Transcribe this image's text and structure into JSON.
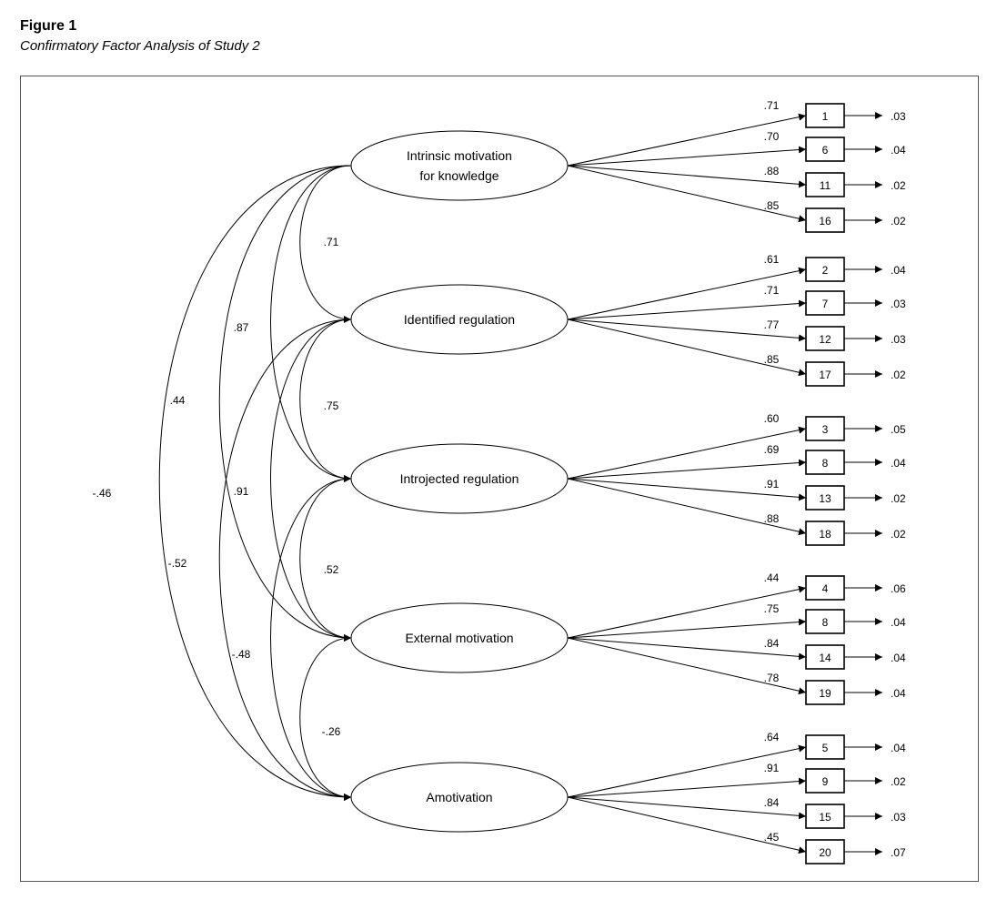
{
  "figure": {
    "title": "Figure 1",
    "subtitle": "Confirmatory Factor Analysis of Study 2"
  },
  "factors": [
    {
      "id": "imk",
      "lines": [
        "Intrinsic motivation",
        "for knowledge"
      ],
      "items": [
        {
          "indicator": "1",
          "loading": ".71",
          "error": ".03"
        },
        {
          "indicator": "6",
          "loading": ".70",
          "error": ".04"
        },
        {
          "indicator": "11",
          "loading": ".88",
          "error": ".02"
        },
        {
          "indicator": "16",
          "loading": ".85",
          "error": ".02"
        }
      ]
    },
    {
      "id": "idr",
      "lines": [
        "Identified regulation"
      ],
      "items": [
        {
          "indicator": "2",
          "loading": ".61",
          "error": ".04"
        },
        {
          "indicator": "7",
          "loading": ".71",
          "error": ".03"
        },
        {
          "indicator": "12",
          "loading": ".77",
          "error": ".03"
        },
        {
          "indicator": "17",
          "loading": ".85",
          "error": ".02"
        }
      ]
    },
    {
      "id": "inr",
      "lines": [
        "Introjected regulation"
      ],
      "items": [
        {
          "indicator": "3",
          "loading": ".60",
          "error": ".05"
        },
        {
          "indicator": "8",
          "loading": ".69",
          "error": ".04"
        },
        {
          "indicator": "13",
          "loading": ".91",
          "error": ".02"
        },
        {
          "indicator": "18",
          "loading": ".88",
          "error": ".02"
        }
      ]
    },
    {
      "id": "ext",
      "lines": [
        "External motivation"
      ],
      "items": [
        {
          "indicator": "4",
          "loading": ".44",
          "error": ".06"
        },
        {
          "indicator": "8",
          "loading": ".75",
          "error": ".04"
        },
        {
          "indicator": "14",
          "loading": ".84",
          "error": ".04"
        },
        {
          "indicator": "19",
          "loading": ".78",
          "error": ".04"
        }
      ]
    },
    {
      "id": "amo",
      "lines": [
        "Amotivation"
      ],
      "items": [
        {
          "indicator": "5",
          "loading": ".64",
          "error": ".04"
        },
        {
          "indicator": "9",
          "loading": ".91",
          "error": ".02"
        },
        {
          "indicator": "15",
          "loading": ".84",
          "error": ".03"
        },
        {
          "indicator": "20",
          "loading": ".45",
          "error": ".07"
        }
      ]
    }
  ],
  "correlations": [
    {
      "from": 0,
      "to": 1,
      "value": ".71"
    },
    {
      "from": 1,
      "to": 2,
      "value": ".75"
    },
    {
      "from": 2,
      "to": 3,
      "value": ".52"
    },
    {
      "from": 3,
      "to": 4,
      "value": "-.26"
    },
    {
      "from": 0,
      "to": 2,
      "value": ".87"
    },
    {
      "from": 1,
      "to": 3,
      "value": ".91"
    },
    {
      "from": 2,
      "to": 4,
      "value": "-.48"
    },
    {
      "from": 0,
      "to": 3,
      "value": ".44"
    },
    {
      "from": 1,
      "to": 4,
      "value": "-.52"
    },
    {
      "from": 0,
      "to": 4,
      "value": "-.46"
    }
  ]
}
